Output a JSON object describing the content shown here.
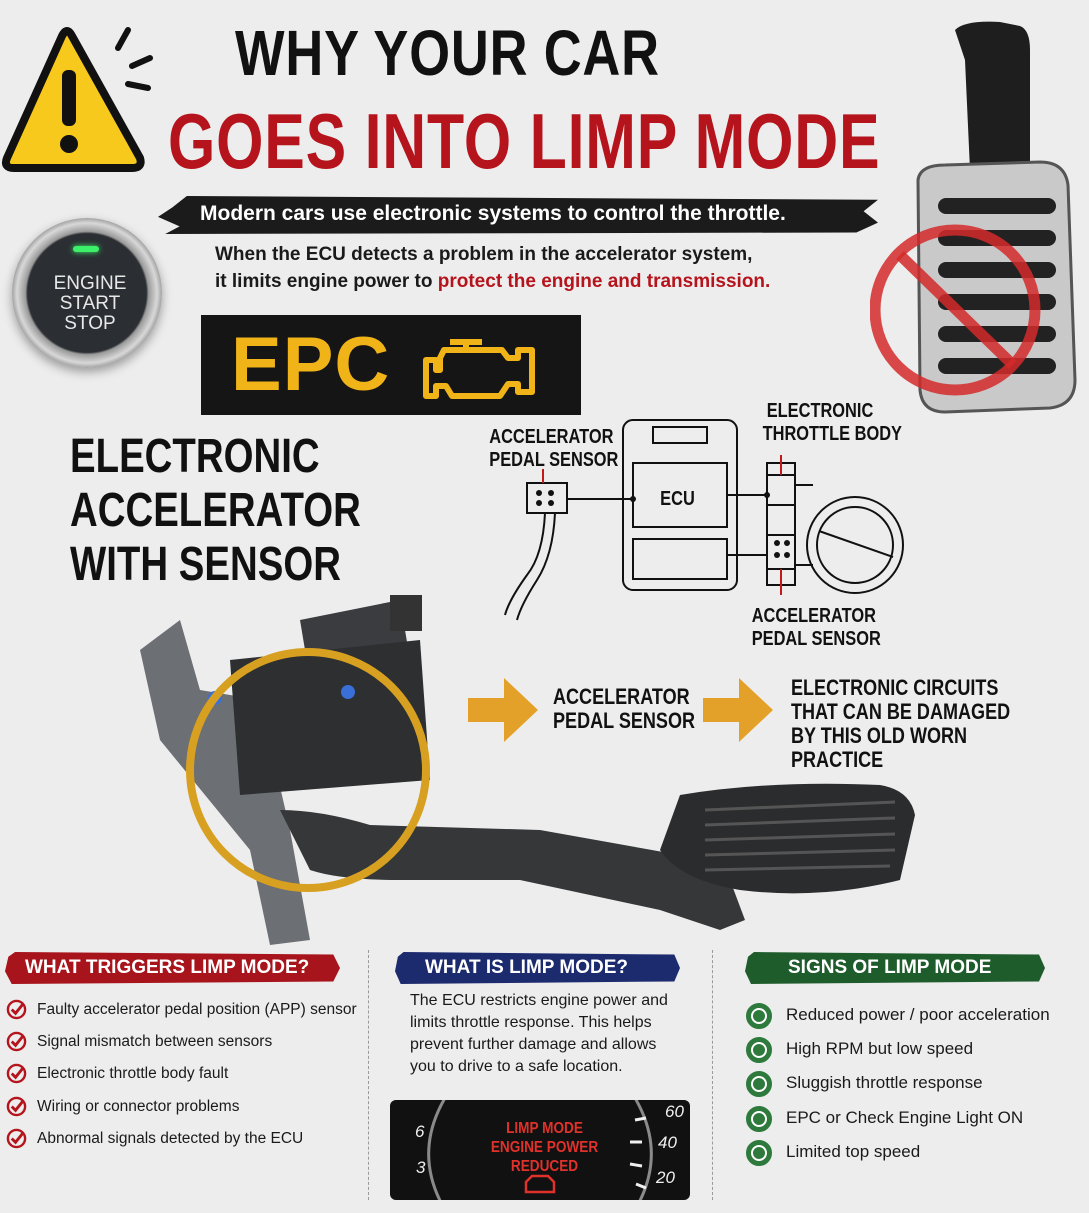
{
  "header": {
    "title_line1": "WHY YOUR CAR",
    "title_line2": "GOES INTO LIMP MODE",
    "banner": "Modern cars use electronic systems to control the throttle.",
    "desc_line1": "When the ECU detects a problem in the accelerator system,",
    "desc_line2_prefix": "it limits engine power to ",
    "desc_line2_highlight": "protect the engine and transmission."
  },
  "start_button": {
    "text": "ENGINE\nSTART\nSTOP"
  },
  "warning_lamp": {
    "label": "EPC",
    "icon": "check-engine-icon",
    "color": "#f0b419"
  },
  "accelerator_section": {
    "title_line1": "ELECTRONIC",
    "title_line2": "ACCELERATOR",
    "title_line3": "WITH SENSOR"
  },
  "diagram": {
    "pedal_sensor_top_line1": "ACCELERATOR",
    "pedal_sensor_top_line2": "PEDAL SENSOR",
    "throttle_body_line1": "ELECTRONIC",
    "throttle_body_line2": "THROTTLE BODY",
    "ecu_label": "ECU",
    "pedal_sensor_bottom_line1": "ACCELERATOR",
    "pedal_sensor_bottom_line2": "PEDAL SENSOR"
  },
  "callouts": {
    "sensor_line1": "ACCELERATOR",
    "sensor_line2": "PEDAL SENSOR",
    "circuits_line1": "ELECTRONIC CIRCUITS",
    "circuits_line2": "THAT CAN BE DAMAGED",
    "circuits_line3": "BY THIS OLD WORN",
    "circuits_line4": "PRACTICE"
  },
  "triggers": {
    "title": "WHAT TRIGGERS LIMP MODE?",
    "color": "#a8141c",
    "items": [
      "Faulty accelerator pedal position (APP) sensor",
      "Signal mismatch between sensors",
      "Electronic throttle body fault",
      "Wiring or connector problems",
      "Abnormal signals detected by the ECU"
    ]
  },
  "what_is": {
    "title": "WHAT IS LIMP MODE?",
    "color": "#1c2a6e",
    "description": "The ECU restricts engine power and limits throttle response. This helps prevent further damage and allows you to drive to a safe location.",
    "dash_message": "LIMP MODE\nENGINE POWER\nREDUCED",
    "gauge_left": [
      "6",
      "3"
    ],
    "gauge_right": [
      "60",
      "40",
      "20"
    ]
  },
  "signs": {
    "title": "SIGNS OF LIMP MODE",
    "color": "#1f5c2c",
    "items": [
      "Reduced power / poor acceleration",
      "High RPM but low speed",
      "Sluggish throttle response",
      "EPC or Check Engine Light ON",
      "Limited top speed"
    ]
  }
}
